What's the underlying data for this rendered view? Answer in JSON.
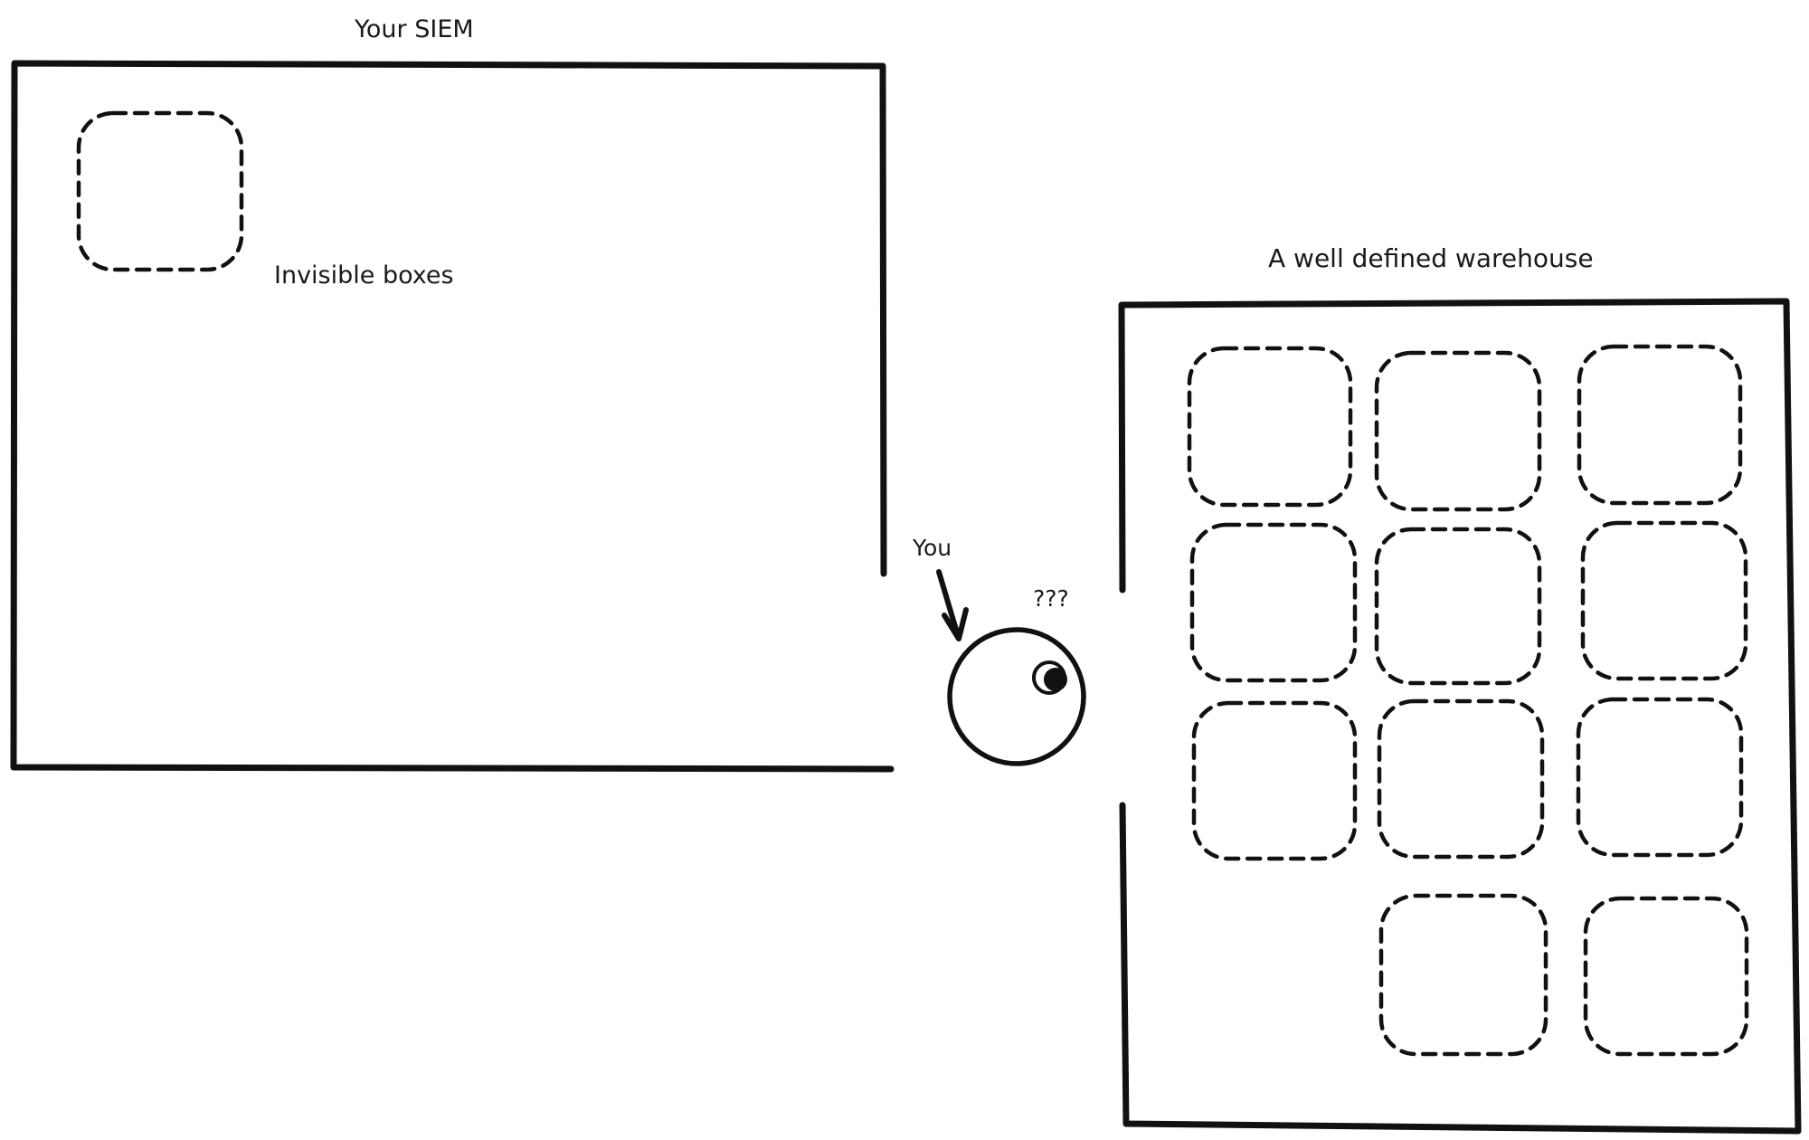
{
  "siem": {
    "title": "Your SIEM",
    "box_label": "Invisible boxes"
  },
  "person": {
    "label": "You",
    "thought": "???"
  },
  "warehouse": {
    "title": "A well defined warehouse",
    "box_count": 11
  },
  "colors": {
    "ink": "#111111",
    "background": "#ffffff"
  }
}
